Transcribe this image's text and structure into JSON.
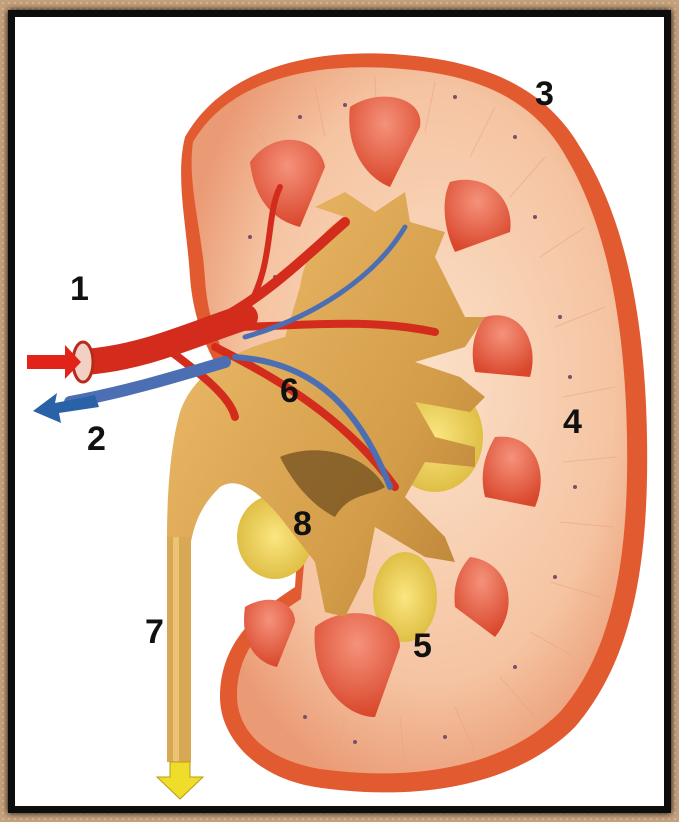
{
  "labels": {
    "l1": "1",
    "l2": "2",
    "l3": "3",
    "l4": "4",
    "l5": "5",
    "l6": "6",
    "l7": "7",
    "l8": "8"
  },
  "colors": {
    "frame_border": "#0d0d0d",
    "background": "#ffffff",
    "cortex": "#f6c7a8",
    "capsule": "#e2542d",
    "pyramid": "#e8704f",
    "pelvis": "#d6a652",
    "artery": "#d9301e",
    "vein": "#4a6fb0",
    "fat": "#f2d35a",
    "arrow_out": "#f0dc2a"
  }
}
